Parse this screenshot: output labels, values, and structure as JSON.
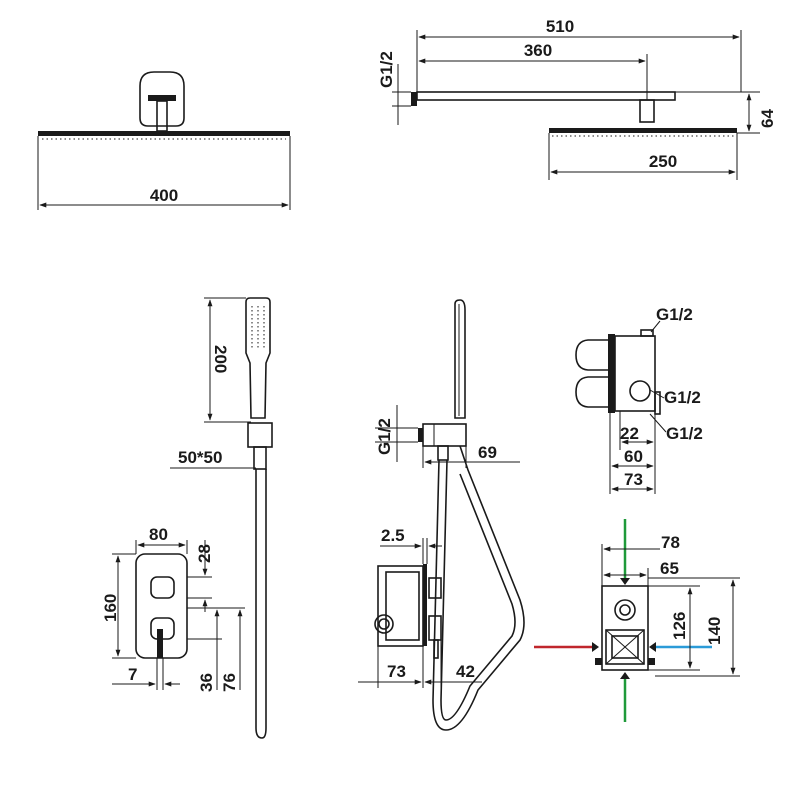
{
  "rain_front": {
    "width_label": "400"
  },
  "rain_side": {
    "arm_total_label": "510",
    "arm_label": "360",
    "thread_label": "G1/2",
    "height_label": "64",
    "head_label": "250"
  },
  "hand_shower": {
    "length_label": "200",
    "bracket_label": "50*50"
  },
  "hose_side": {
    "thread_label": "G1/2",
    "depth_label": "69"
  },
  "valve_top": {
    "thread_top_label": "G1/2",
    "thread_mid_label": "G1/2",
    "thread_bottom_label": "G1/2",
    "d22_label": "22",
    "d60_label": "60",
    "d73_label": "73"
  },
  "plate_front": {
    "width_label": "80",
    "gap_label": "28",
    "height_label": "160",
    "offset_label": "7",
    "h36_label": "36",
    "h76_label": "76"
  },
  "valve_side": {
    "plate_label": "2.5",
    "body_label": "73",
    "trim_label": "42"
  },
  "valve_front": {
    "w78_label": "78",
    "w65_label": "65",
    "h126_label": "126",
    "h140_label": "140",
    "hot_color": "#c0262c",
    "cold_color": "#2b9bd8",
    "flow_color": "#1f9a3a"
  }
}
